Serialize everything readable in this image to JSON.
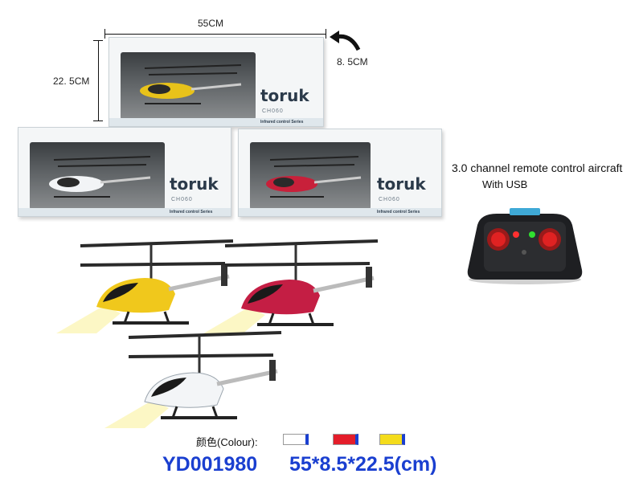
{
  "dimensions": {
    "width_label": "55CM",
    "height_label": "22. 5CM",
    "depth_label": "8. 5CM"
  },
  "boxes": [
    {
      "brand": "toruk",
      "model": "CH060",
      "strip_label": "Infrared control Series",
      "color": "yellow"
    },
    {
      "brand": "toruk",
      "model": "CH060",
      "strip_label": "Infrared control Series",
      "color": "white"
    },
    {
      "brand": "toruk",
      "model": "CH060",
      "strip_label": "Infrared control Series",
      "color": "red"
    }
  ],
  "product": {
    "description_line1": "3.0 channel remote control aircraft",
    "description_line2": "With USB"
  },
  "colour_label": "颜色(Colour):",
  "colours": [
    "#ffffff",
    "#e41d2a",
    "#f4dc1c"
  ],
  "accent_blue": "#1a3fd0",
  "footer": {
    "item_code": "YD001980",
    "size_text": "55*8.5*22.5(cm)"
  }
}
